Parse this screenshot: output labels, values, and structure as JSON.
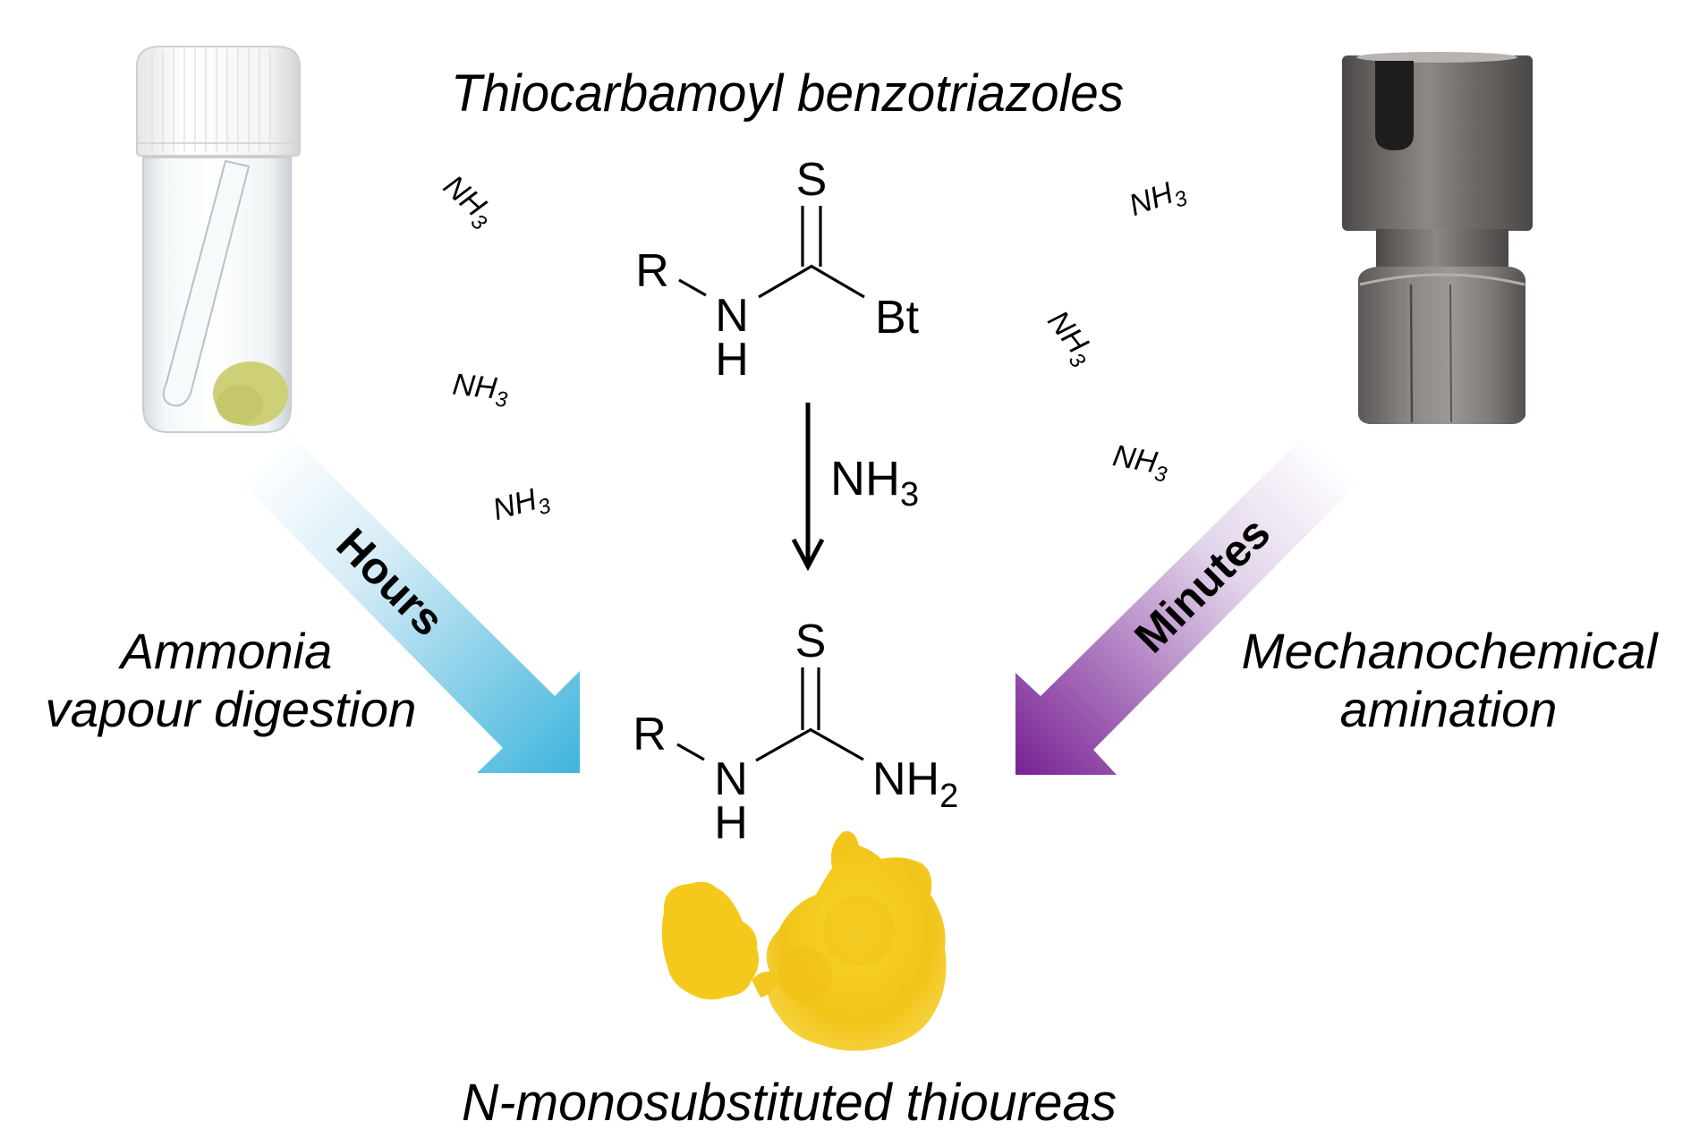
{
  "figure": {
    "top_title": "Thiocarbamoyl benzotriazoles",
    "bottom_title": "N-monosubstituted thioureas",
    "left_method": {
      "line1": "Ammonia",
      "line2": "vapour digestion",
      "arrow_label": "Hours",
      "arrow_color": "#45b8de"
    },
    "right_method": {
      "line1": "Mechanochemical",
      "line2": "amination",
      "arrow_label": "Minutes",
      "arrow_color": "#7a2596"
    },
    "reactant": {
      "sulfur": "S",
      "r_group": "R",
      "nitrogen": "N",
      "hydrogen": "H",
      "leaving_group": "Bt"
    },
    "reagent": {
      "formula": "NH",
      "subscript": "3"
    },
    "product": {
      "sulfur": "S",
      "r_group": "R",
      "nitrogen": "N",
      "hydrogen": "H",
      "amine": "NH",
      "amine_subscript": "2"
    },
    "ammonia_molecules": [
      {
        "formula": "NH",
        "subscript": "3"
      },
      {
        "formula": "NH",
        "subscript": "3"
      },
      {
        "formula": "NH",
        "subscript": "3"
      },
      {
        "formula": "NH",
        "subscript": "3"
      },
      {
        "formula": "NH",
        "subscript": "3"
      },
      {
        "formula": "NH",
        "subscript": "3"
      }
    ],
    "colors": {
      "product_powder": "#f5cb1e",
      "vial_powder": "#cdd077",
      "steel_jar": "#6f6b69"
    }
  }
}
